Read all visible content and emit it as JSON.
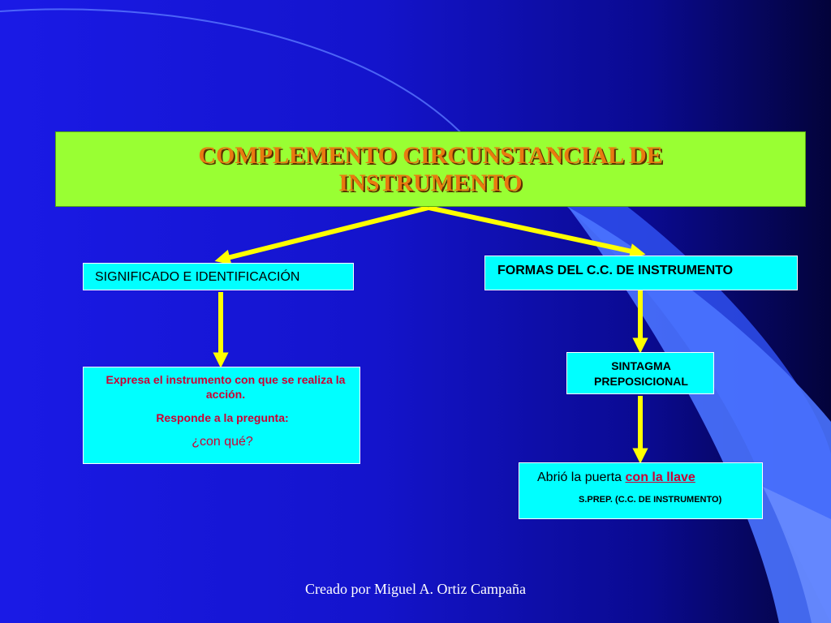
{
  "slide": {
    "title": "COMPLEMENTO CIRCUNSTANCIAL DE INSTRUMENTO",
    "credit": "Creado por Miguel A. Ortiz Campaña"
  },
  "left_branch": {
    "heading": "SIGNIFICADO E IDENTIFICACIÓN",
    "description": "Expresa el instrumento con que se realiza la acción.",
    "prompt": "Responde a la pregunta:",
    "question": "¿con qué?"
  },
  "right_branch": {
    "heading": "FORMAS DEL C.C. DE INSTRUMENTO",
    "form_line1": "SINTAGMA",
    "form_line2": "PREPOSICIONAL",
    "example_prefix": "Abrió la puerta ",
    "example_highlight": "con la llave",
    "example_label": "S.PREP. (C.C. DE INSTRUMENTO)"
  },
  "colors": {
    "title_fill": "#99ff33",
    "title_text": "#e87a10",
    "box_fill": "#00ffff",
    "arrow": "#ffff00",
    "accent_text": "#cc0033",
    "background": "#1414cc"
  }
}
